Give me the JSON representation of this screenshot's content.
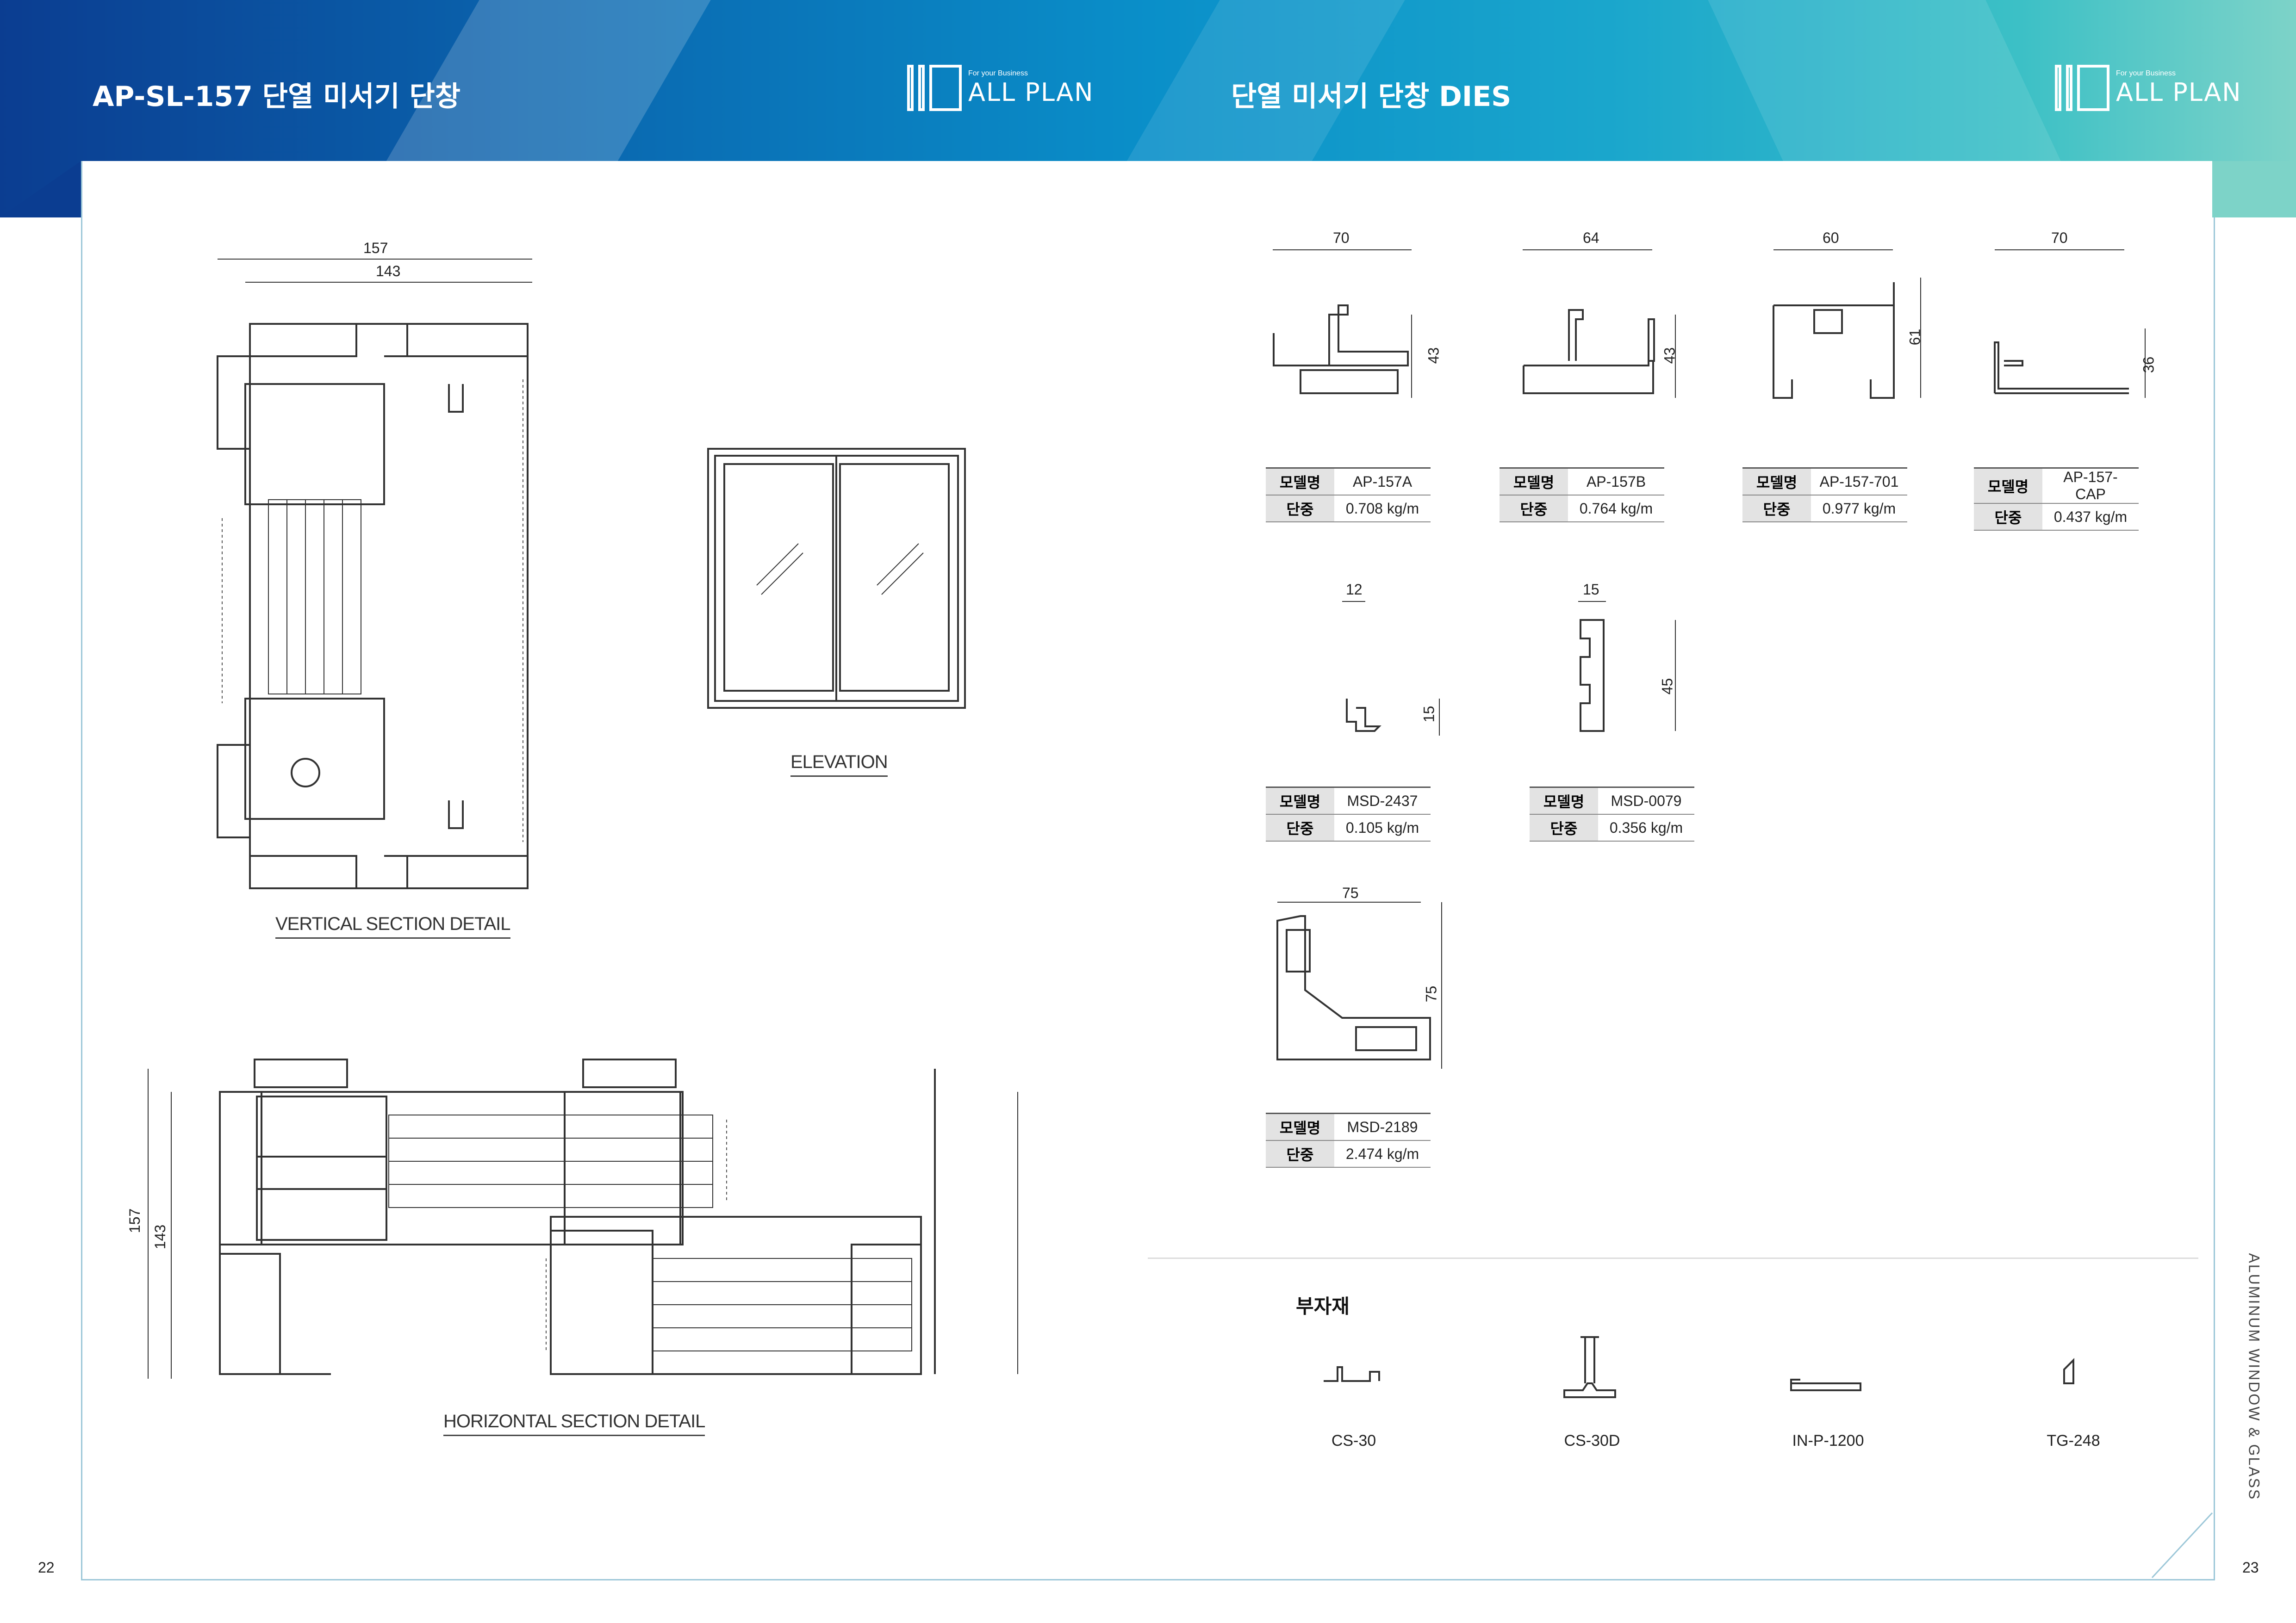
{
  "header": {
    "left_title": "AP-SL-157 단열 미서기 단창",
    "right_title": "단열 미서기 단창 DIES",
    "logo_small": "For your Business",
    "logo_big": "ALL PLAN"
  },
  "colors": {
    "header_start": "#0b3d91",
    "header_end": "#7dd3c8",
    "table_key_bg": "#e3e3e3"
  },
  "drawings": {
    "vertical_caption": "VERTICAL SECTION DETAIL",
    "elevation_caption": "ELEVATION",
    "horizontal_caption": "HORIZONTAL SECTION DETAIL",
    "vertical_dims": [
      "157",
      "143"
    ],
    "horizontal_dims": [
      "157",
      "143"
    ]
  },
  "dies": [
    {
      "model": "AP-157A",
      "weight": "0.708 kg/m",
      "w": "70",
      "h": "43"
    },
    {
      "model": "AP-157B",
      "weight": "0.764 kg/m",
      "w": "64",
      "h": "43"
    },
    {
      "model": "AP-157-701",
      "weight": "0.977 kg/m",
      "w": "60",
      "h": "61"
    },
    {
      "model": "AP-157-CAP",
      "weight": "0.437 kg/m",
      "w": "70",
      "h": "36"
    },
    {
      "model": "MSD-2437",
      "weight": "0.105 kg/m",
      "w": "12",
      "h": "15"
    },
    {
      "model": "MSD-0079",
      "weight": "0.356 kg/m",
      "w": "15",
      "h": "45"
    },
    {
      "model": "MSD-2189",
      "weight": "2.474 kg/m",
      "w": "75",
      "h": "75"
    }
  ],
  "table_keys": {
    "model": "모델명",
    "weight": "단중"
  },
  "accessories": {
    "title": "부자재",
    "items": [
      "CS-30",
      "CS-30D",
      "IN-P-1200",
      "TG-248"
    ]
  },
  "side_text": "ALUMINUM WINDOW & GLASS",
  "pages": {
    "left": "22",
    "right": "23"
  }
}
